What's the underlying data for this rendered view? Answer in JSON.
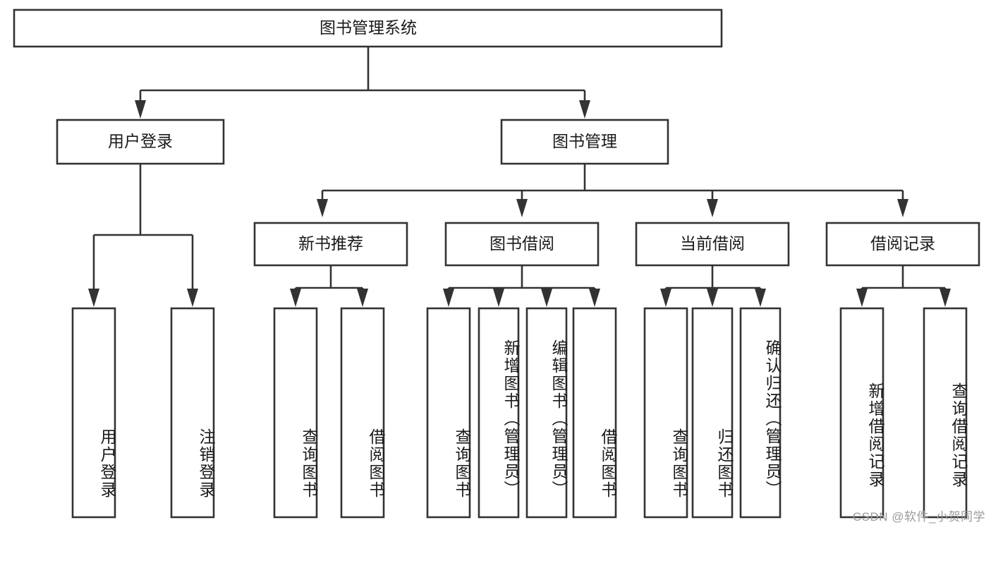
{
  "diagram": {
    "type": "tree",
    "title": "图书管理系统",
    "root": {
      "id": "root",
      "label": "图书管理系统",
      "level": 0
    },
    "level2": [
      {
        "id": "user-login",
        "label": "用户登录"
      },
      {
        "id": "book-manage",
        "label": "图书管理"
      }
    ],
    "level3": [
      {
        "id": "new-book-rec",
        "label": "新书推荐",
        "parent": "book-manage"
      },
      {
        "id": "book-borrow",
        "label": "图书借阅",
        "parent": "book-manage"
      },
      {
        "id": "current-borrow",
        "label": "当前借阅",
        "parent": "book-manage"
      },
      {
        "id": "borrow-record",
        "label": "借阅记录",
        "parent": "book-manage"
      }
    ],
    "leaves": [
      {
        "id": "leaf-user-login",
        "label": "用户登录",
        "parent": "user-login"
      },
      {
        "id": "leaf-logout",
        "label": "注销登录",
        "parent": "user-login"
      },
      {
        "id": "leaf-query-book-1",
        "label": "查询图书",
        "parent": "new-book-rec"
      },
      {
        "id": "leaf-borrow-book-1",
        "label": "借阅图书",
        "parent": "new-book-rec"
      },
      {
        "id": "leaf-query-book-2",
        "label": "查询图书",
        "parent": "book-borrow"
      },
      {
        "id": "leaf-add-book",
        "label": "新增图书（管理员）",
        "parent": "book-borrow"
      },
      {
        "id": "leaf-edit-book",
        "label": "编辑图书（管理员）",
        "parent": "book-borrow"
      },
      {
        "id": "leaf-borrow-book-2",
        "label": "借阅图书",
        "parent": "book-borrow"
      },
      {
        "id": "leaf-query-book-3",
        "label": "查询图书",
        "parent": "current-borrow"
      },
      {
        "id": "leaf-return-book",
        "label": "归还图书",
        "parent": "current-borrow"
      },
      {
        "id": "leaf-confirm-return",
        "label": "确认归还（管理员）",
        "parent": "current-borrow"
      },
      {
        "id": "leaf-add-record",
        "label": "新增借阅记录",
        "parent": "borrow-record"
      },
      {
        "id": "leaf-query-record",
        "label": "查询借阅记录",
        "parent": "borrow-record"
      }
    ]
  },
  "watermark": {
    "text": "CSDN @软件_小贺同学"
  },
  "colors": {
    "stroke": "#333333",
    "box_fill": "#ffffff",
    "text": "#1a1a1a",
    "background": "#ffffff",
    "watermark": "#9a9a9a"
  }
}
